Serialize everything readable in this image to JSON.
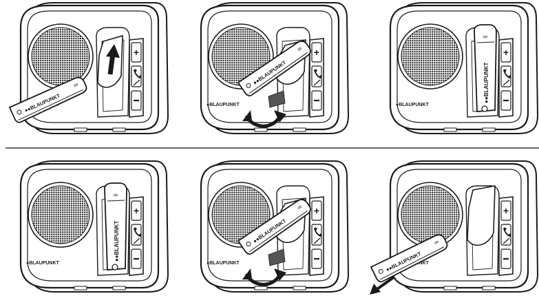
{
  "brand_label": "BLAUPUNKT",
  "panels": [
    {
      "id": "top-1",
      "state": "insert",
      "arrow": "straight-up"
    },
    {
      "id": "top-2",
      "state": "clip",
      "arrow": "curved"
    },
    {
      "id": "top-3",
      "state": "docked",
      "arrow": "none"
    },
    {
      "id": "bottom-1",
      "state": "docked",
      "arrow": "none"
    },
    {
      "id": "bottom-2",
      "state": "clip",
      "arrow": "curved"
    },
    {
      "id": "bottom-3",
      "state": "remove",
      "arrow": "straight-down-left"
    }
  ],
  "buttons": {
    "plus": "+",
    "phone": "phone-icon",
    "minus": "–"
  },
  "colors": {
    "line": "#1a1a1a",
    "speaker": "#2a2a2a",
    "divider": "#333333",
    "background": "#ffffff"
  }
}
